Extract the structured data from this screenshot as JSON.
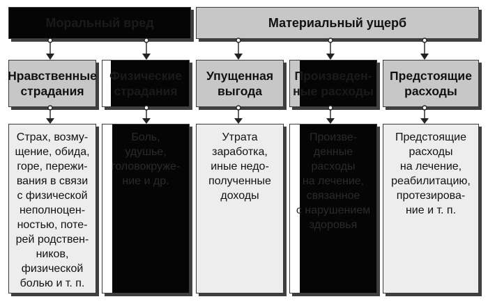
{
  "top": {
    "moral": "Моральный вред",
    "material": "Материальный ущерб"
  },
  "categories": [
    {
      "title": "Нравственные\nстрадания",
      "text": "Страх, возму-\nщение, обида,\nгоре, пережи-\nвания в связи\nс физической\nнеполноцен-\nностью, поте-\nрей родствен-\nников,\nфизической\nболью и т. п."
    },
    {
      "title": "Физические\nстрадания",
      "text": "Боль,\nудушье,\nголовокруже-\nние и др."
    },
    {
      "title": "Упущенная\nвыгода",
      "text": "Утрата\nзаработка,\nиные недо-\nполученные\nдоходы"
    },
    {
      "title": "Произведен-\nные расходы",
      "text": "Произве-\nденные\nрасходы\nна лечение,\nсвязанное\nс нарушением\nздоровья"
    },
    {
      "title": "Предстоящие\nрасходы",
      "text": "Предстоящие\nрасходы\nна лечение,\nреабилитацию,\nпротезирова-\nние и т. п."
    }
  ]
}
